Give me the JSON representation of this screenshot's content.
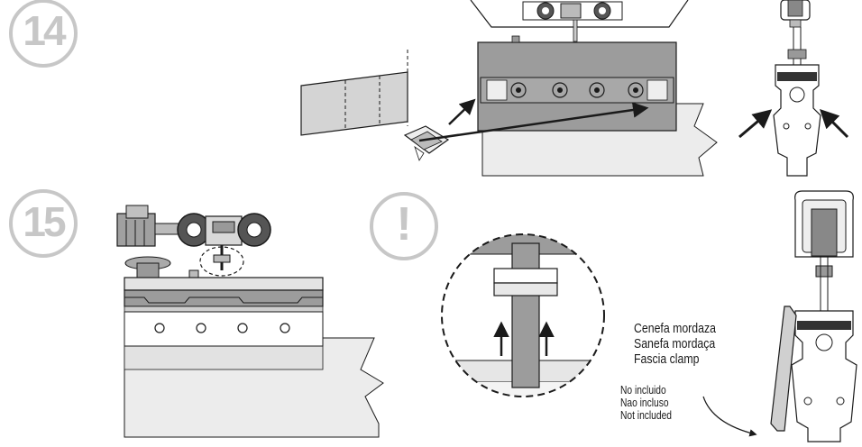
{
  "steps": [
    {
      "number": "14"
    },
    {
      "number": "15"
    }
  ],
  "warning_symbol": "!",
  "fascia_clamp": {
    "label_es": "Cenefa mordaza",
    "label_pt": "Sanefa mordaça",
    "label_en": "Fascia clamp"
  },
  "not_included": {
    "label_es": "No incluido",
    "label_pt": "Nao incluso",
    "label_en": "Not included"
  },
  "colors": {
    "circle_outline": "#c7c7c7",
    "rail_gray": "#9c9c9c",
    "light_gray": "#d9d9d9",
    "wall_gray": "#ececec",
    "line": "#1a1a1a"
  }
}
